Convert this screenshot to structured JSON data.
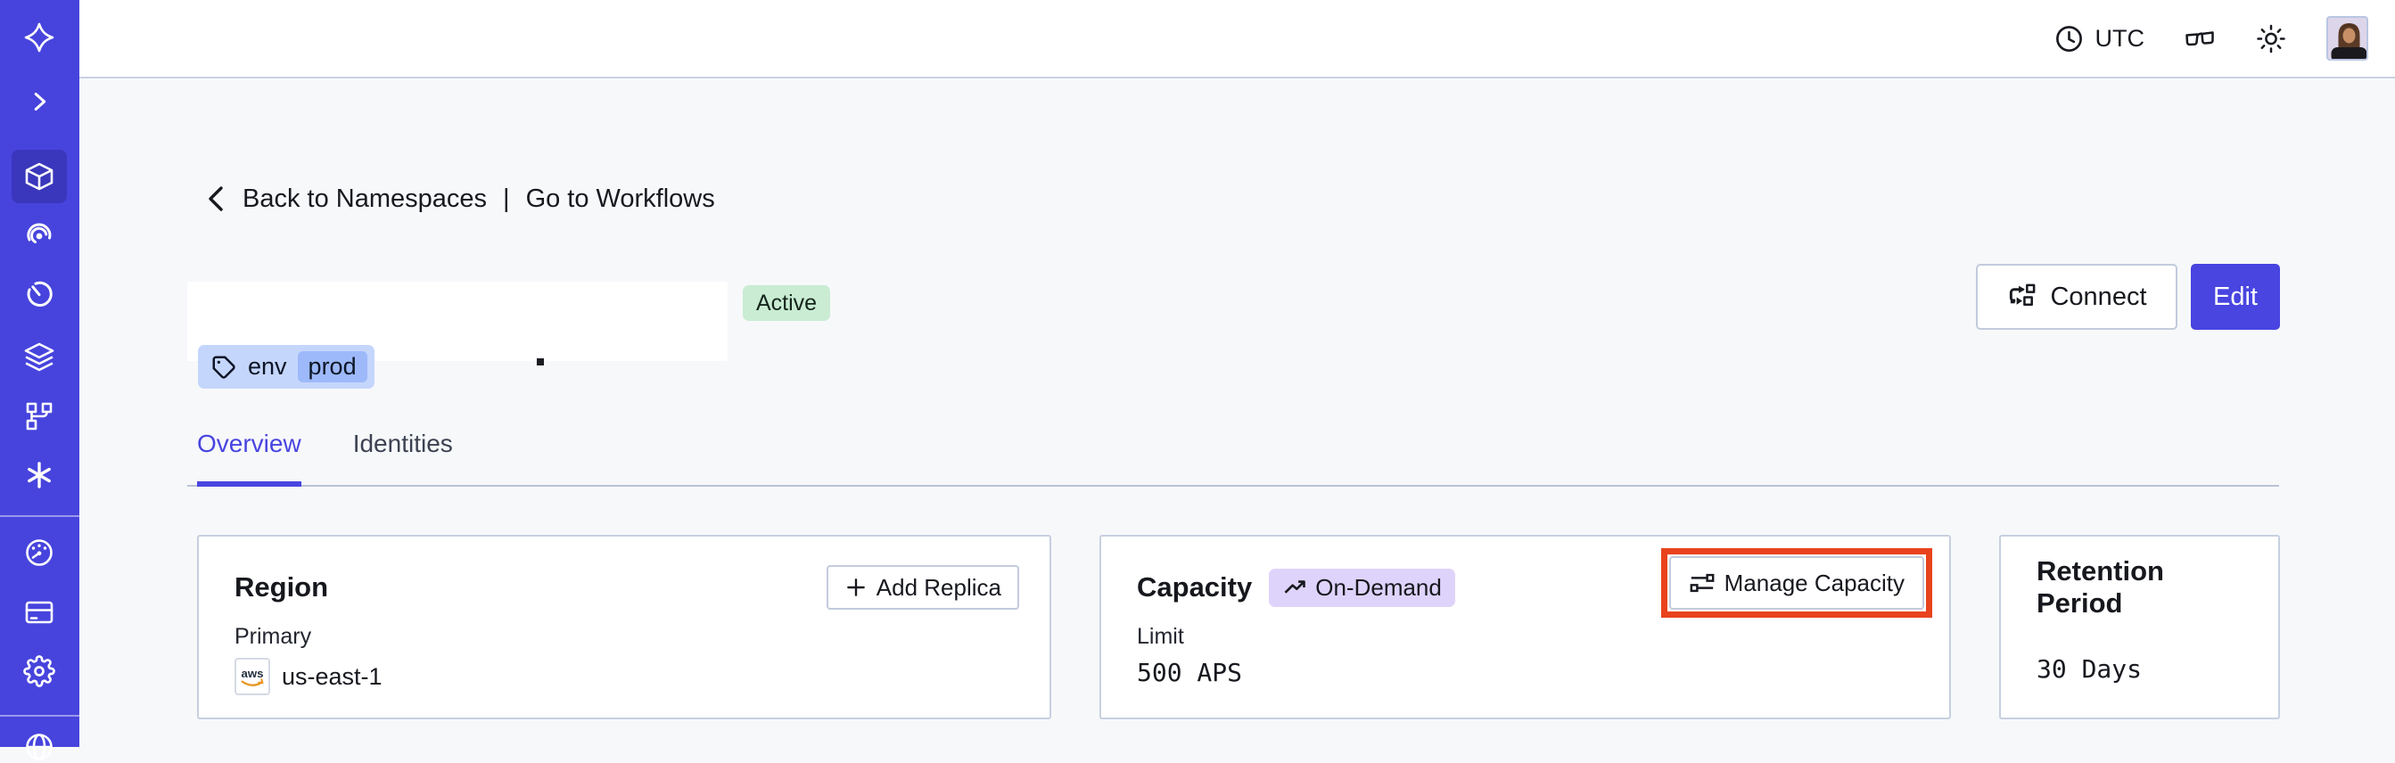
{
  "topbar": {
    "timezone": "UTC",
    "icons": {
      "clock": "clock-icon",
      "glasses": "glasses-icon",
      "theme": "sun-icon",
      "avatar": "user-avatar"
    }
  },
  "sidebar": {
    "color": "#4744dd",
    "active_item": "cube",
    "icons": [
      "temporal-logo",
      "chevron-right",
      "cube",
      "spiral",
      "timer",
      "layers",
      "branch",
      "asterisk",
      "gauge",
      "card",
      "gear",
      "globe"
    ]
  },
  "breadcrumb": {
    "back_label": "Back to Namespaces",
    "separator": "|",
    "workflows_label": "Go to Workflows"
  },
  "header": {
    "status": "Active",
    "connect_label": "Connect",
    "edit_label": "Edit"
  },
  "tag": {
    "key": "env",
    "value": "prod"
  },
  "tabs": [
    {
      "label": "Overview",
      "active": true
    },
    {
      "label": "Identities",
      "active": false
    }
  ],
  "cards": {
    "region": {
      "title": "Region",
      "add_replica_label": "Add Replica",
      "primary_label": "Primary",
      "provider": "aws",
      "region_value": "us-east-1"
    },
    "capacity": {
      "title": "Capacity",
      "badge": "On-Demand",
      "limit_label": "Limit",
      "limit_value": "500 APS",
      "manage_label": "Manage Capacity"
    },
    "retention": {
      "title": "Retention Period",
      "value": "30 Days"
    }
  },
  "colors": {
    "sidebar": "#4744dd",
    "accent": "#4845e0",
    "active_badge_bg": "#c9ecd3",
    "tag_bg": "#c5d6fd",
    "tag_inner_bg": "#9db9fa",
    "ondemand_bg": "#ded3fa",
    "annotation": "#e8431c",
    "card_border": "#c7d0e0",
    "page_bg": "#f7f8fa"
  }
}
